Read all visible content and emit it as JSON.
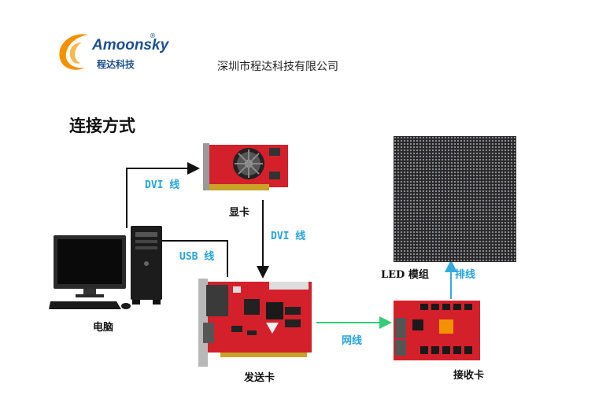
{
  "header": {
    "logo_text": "Amoonsky",
    "logo_reg": "®",
    "logo_cn": "程达科技",
    "company": "深圳市程达科技有限公司"
  },
  "section_title": "连接方式",
  "devices": {
    "computer": "电脑",
    "graphics_card": "显卡",
    "sender_card": "发送卡",
    "receiver_card": "接收卡",
    "led_module": "LED 模组"
  },
  "cables": {
    "dvi_to_card": "DVI 线",
    "dvi_to_sender": "DVI 线",
    "usb": "USB 线",
    "network": "网线",
    "ribbon": "排线"
  },
  "colors": {
    "arrow_black": "#111111",
    "arrow_green": "#33cc77",
    "arrow_blue": "#33aadd",
    "cable_label": "#27a4dd",
    "board_red": "#d4202a",
    "logo_orange": "#f39200",
    "logo_blue": "#1d4f91"
  }
}
